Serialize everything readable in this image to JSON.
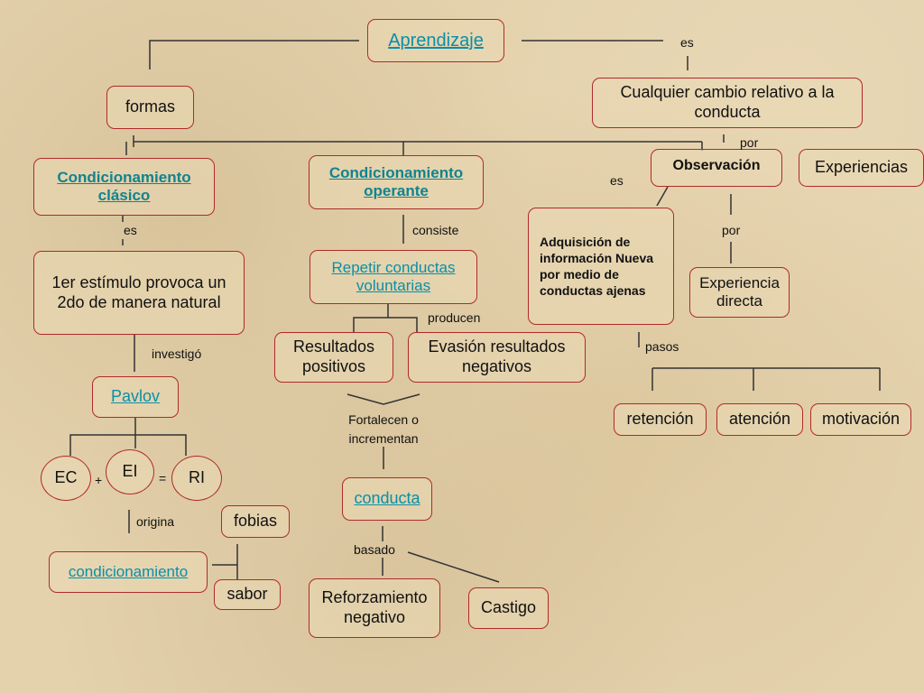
{
  "nodes": {
    "aprendizaje": "Aprendizaje",
    "cualquier_cambio": "Cualquier cambio relativo a la conducta",
    "formas": "formas",
    "cond_clasico": "Condicionamiento clásico",
    "cond_operante": "Condicionamiento operante",
    "observacion": "Observación",
    "experiencias": "Experiencias",
    "estimulo": "1er estímulo provoca un 2do de manera natural",
    "repetir": "Repetir conductas voluntarias",
    "adquisicion": "Adquisición de información Nueva por medio de conductas ajenas",
    "experiencia_directa": "Experiencia directa",
    "resultados_positivos": "Resultados positivos",
    "evasion": "Evasión resultados negativos",
    "pavlov": "Pavlov",
    "retencion": "retención",
    "atencion": "atención",
    "motivacion": "motivación",
    "ec": "EC",
    "ei": "EI",
    "ri": "RI",
    "conducta": "conducta",
    "fobias": "fobias",
    "condicionamiento": "condicionamiento",
    "sabor": "sabor",
    "reforzamiento": "Reforzamiento negativo",
    "castigo": "Castigo"
  },
  "labels": {
    "es_top": "es",
    "por_top": "por",
    "es_obs": "es",
    "por_obs": "por",
    "es_clasico": "es",
    "consiste": "consiste",
    "producen": "producen",
    "investigo": "investigó",
    "pasos": "pasos",
    "fortalecen": "Fortalecen o incrementan",
    "plus": "+",
    "equals": "=",
    "origina": "origina",
    "basado": "basado"
  }
}
